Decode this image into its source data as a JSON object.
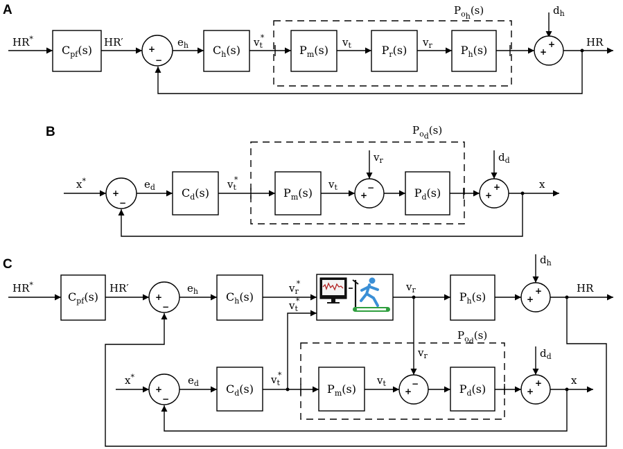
{
  "panels": {
    "a": {
      "letter": "A",
      "input": "HR*",
      "prefilter": "C_pf(s)",
      "prefiltered": "HR′",
      "error": "e_h",
      "controller": "C_h(s)",
      "command": "v_t*",
      "plant_group": "P_{o_h}(s)",
      "motor": "P_m(s)",
      "speed": "v_t",
      "runner": "P_r(s)",
      "runner_speed": "v_r",
      "heart": "P_h(s)",
      "disturbance": "d_h",
      "output": "HR"
    },
    "b": {
      "letter": "B",
      "input": "x*",
      "error": "e_d",
      "controller": "C_d(s)",
      "command": "v_t*",
      "plant_group": "P_{o_d}(s)",
      "motor": "P_m(s)",
      "speed": "v_t",
      "runner_speed": "v_r",
      "position": "P_d(s)",
      "disturbance": "d_d",
      "output": "x"
    },
    "c": {
      "letter": "C",
      "input_hr": "HR*",
      "prefilter": "C_pf(s)",
      "prefiltered": "HR′",
      "error_h": "e_h",
      "controller_h": "C_h(s)",
      "command_r": "v_r*",
      "command_t": "v_t*",
      "runner_speed": "v_r",
      "heart": "P_h(s)",
      "disturbance_h": "d_h",
      "output_hr": "HR",
      "input_x": "x*",
      "error_d": "e_d",
      "controller_d": "C_d(s)",
      "command_out": "v_t*",
      "plant_group": "P_{o_d}(s)",
      "runner_speed_2": "v_r",
      "motor": "P_m(s)",
      "speed": "v_t",
      "position": "P_d(s)",
      "disturbance_d": "d_d",
      "output_x": "x"
    }
  },
  "signs": {
    "plus": "+",
    "minus": "−"
  },
  "colors": {
    "ink": "#000000",
    "monitor_trace": "#b22222",
    "runner": "#3a8fd6",
    "belt": "#2e9e3e"
  },
  "icons": [
    "monitor-chart-icon",
    "treadmill-runner-icon"
  ]
}
